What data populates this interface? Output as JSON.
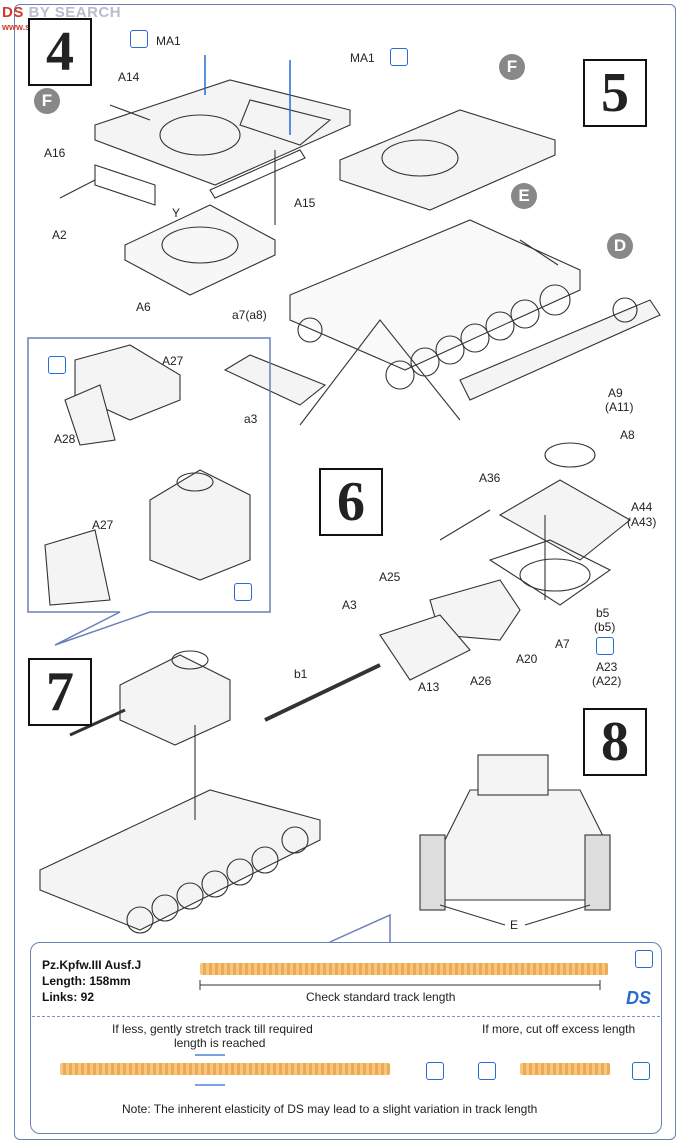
{
  "watermark": {
    "text_a": "DS",
    "text_b": "BY SEARCH",
    "sub": "www.shou.com"
  },
  "steps": {
    "s4": "4",
    "s5": "5",
    "s6": "6",
    "s7": "7",
    "s8": "8"
  },
  "circles": {
    "f1": "F",
    "f2": "F",
    "e": "E",
    "d": "D"
  },
  "labels": {
    "ma1_left": "MA1",
    "ma1_right": "MA1",
    "a14": "A14",
    "a16": "A16",
    "a2": "A2",
    "y": "Y",
    "a15": "A15",
    "a6": "A6",
    "a7a8": "a7(a8)",
    "a3_small": "a3",
    "a27_top": "A27",
    "a28": "A28",
    "a27_bottom": "A27",
    "a9": "A9",
    "a11": "(A11)",
    "a8": "A8",
    "a36": "A36",
    "a44": "A44",
    "a43": "(A43)",
    "a25": "A25",
    "a3": "A3",
    "b5": "b5",
    "b5p": "(b5)",
    "a7": "A7",
    "a23": "A23",
    "a22": "(A22)",
    "a20": "A20",
    "a26": "A26",
    "a13": "A13",
    "b1": "b1",
    "e_bottom": "E"
  },
  "track_note": {
    "title_line1": "Pz.Kpfw.III Ausf.J",
    "title_line2": "Length: 158mm",
    "title_line3": "Links: 92",
    "check": "Check standard track length",
    "less": "If less, gently stretch track till required",
    "less2": "length is reached",
    "more": "If more, cut off excess length",
    "footer": "Note: The inherent elasticity of DS may lead to a slight variation in track length",
    "ds_logo": "DS"
  },
  "colors": {
    "accent": "#2a6bd0",
    "frame": "#6b7fb8",
    "track": "#f2b56a"
  }
}
